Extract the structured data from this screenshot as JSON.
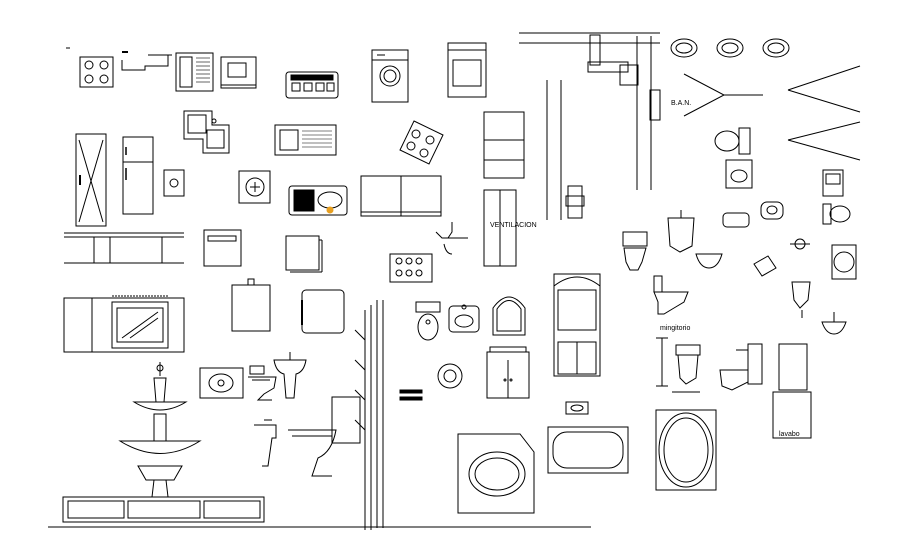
{
  "labels": {
    "ban": "B.A.N.",
    "ventilacion": "VENTILACION",
    "mingitorio": "mingitorio",
    "lavabo": "lavabo"
  },
  "colors": {
    "ink": "#000000",
    "accent": "#e8a020",
    "paper": "#ffffff"
  }
}
